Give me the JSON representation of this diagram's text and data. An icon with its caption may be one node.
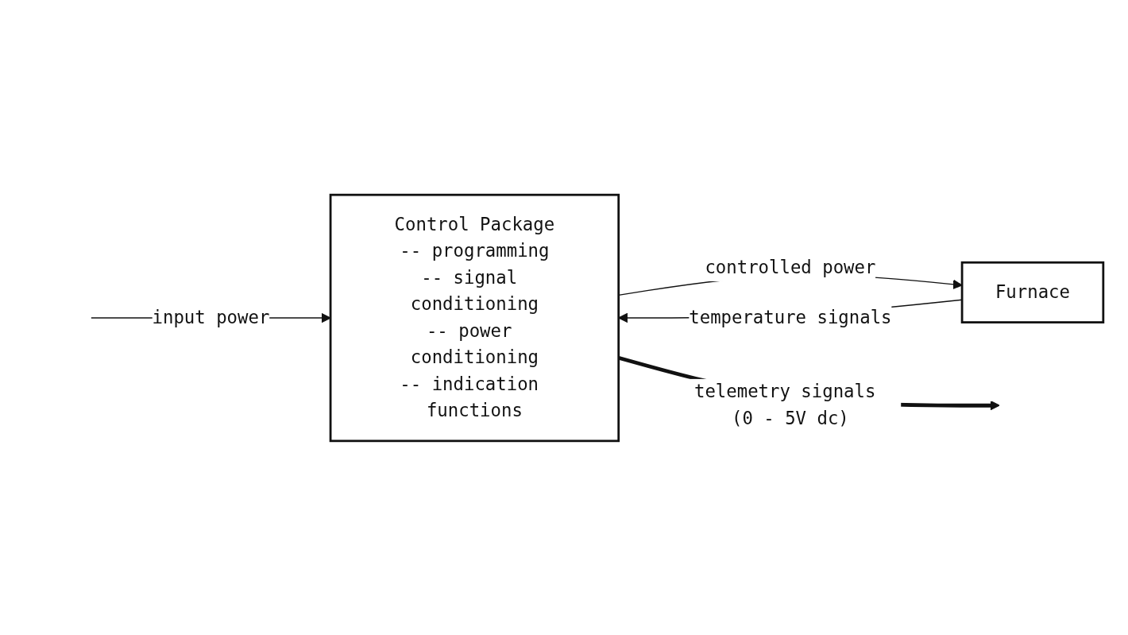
{
  "diagram": {
    "nodes": [
      {
        "text": [
          "Control Package",
          "-- programming",
          "-- signal conditioning",
          "-- power conditioning",
          "-- indication functions"
        ]
      },
      {
        "text": [
          "Furnace"
        ]
      }
    ],
    "edges": [
      {
        "from": null,
        "to": 0,
        "arrow": "to",
        "label": "input power"
      },
      {
        "from": 0,
        "to": 1,
        "arrow": "to",
        "label": "controlled power"
      },
      {
        "from": 1,
        "to": 0,
        "arrow": "to",
        "label": "temperature signals"
      },
      {
        "from": 0,
        "to": null,
        "arrow": "to",
        "label": "telemetry signals (0 - 5V dc)",
        "style": "thick"
      }
    ]
  }
}
